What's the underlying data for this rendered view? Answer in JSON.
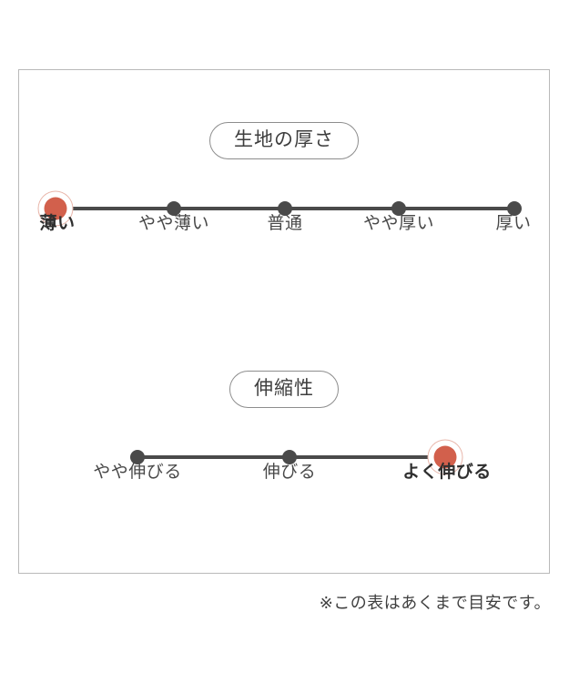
{
  "card": {
    "accent_color": "#d2604c",
    "node_color": "#4a4a4a",
    "border_color": "#b9b9b9"
  },
  "sections": [
    {
      "id": "fabric-thickness",
      "heading": "生地の厚さ",
      "selected_index": 0,
      "scale": [
        {
          "label": "薄い",
          "active": true
        },
        {
          "label": "やや薄い",
          "active": false
        },
        {
          "label": "普通",
          "active": false
        },
        {
          "label": "やや厚い",
          "active": false
        },
        {
          "label": "厚い",
          "active": false
        }
      ]
    },
    {
      "id": "stretchiness",
      "heading": "伸縮性",
      "selected_index": 2,
      "scale": [
        {
          "label": "やや伸びる",
          "active": false
        },
        {
          "label": "伸びる",
          "active": false
        },
        {
          "label": "よく伸びる",
          "active": true
        }
      ]
    }
  ],
  "footnote": "※この表はあくまで目安です。"
}
